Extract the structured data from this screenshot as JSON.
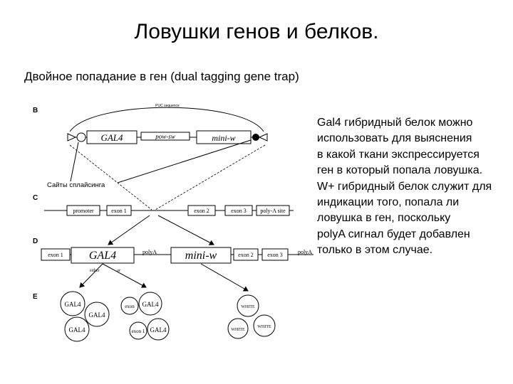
{
  "title": "Ловушки генов и белков.",
  "subtitle": "Двойное попадание в ген (dual tagging gene trap)",
  "description": [
    "Gal4 гибридный белок можно",
    " использовать для выяснения",
    " в какой ткани экспрессируется",
    " ген в который попала ловушка.",
    "W+ гибридный белок служит для",
    "индикации того, попала ли",
    "ловушка в ген, поскольку",
    "polyA сигнал будет добавлен",
    " только в этом случае."
  ],
  "diagram": {
    "panel_labels": {
      "b": "B",
      "c": "C",
      "d": "D",
      "e": "E"
    },
    "puc_label": "PUC sequence",
    "splice_label": "Сайты сплайсинга",
    "construct": {
      "gal4": "GAL4",
      "pow_sw": "pow-sw",
      "mini_w": "mini-w"
    },
    "genomic": {
      "promoter": "promoter",
      "exon1": "exon 1",
      "exon2": "exon 2",
      "exon3": "exon 3",
      "polya_site": "poly-A site"
    },
    "transcript": {
      "exon1": "exon 1",
      "gal4": "GAL4",
      "polya1": "polyA",
      "mini_w": "mini-w",
      "exon2": "exon 2",
      "exon3": "exon 3",
      "polya2": "polyA",
      "either": "either",
      "or": "or"
    },
    "cells": {
      "gal4": "GAL4",
      "exon": "exon",
      "exon1": "exon 1",
      "white": "WHITE"
    }
  }
}
